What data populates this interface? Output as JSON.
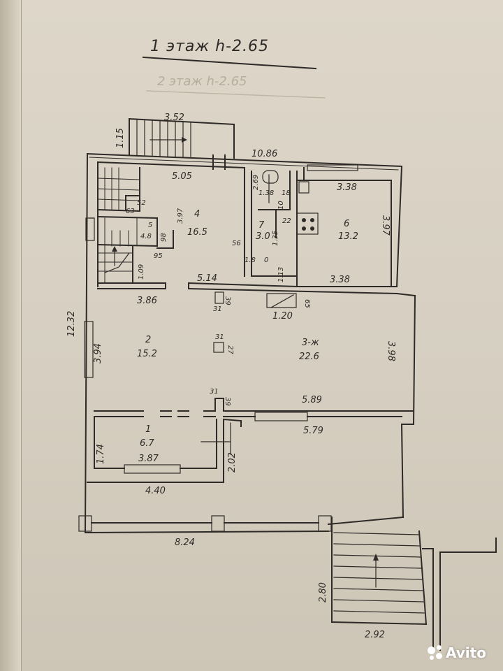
{
  "title": "1 этаж h-2.65",
  "ghost_title": "2 этаж h-2.65",
  "rooms": [
    {
      "id": "1",
      "area": "6.7"
    },
    {
      "id": "2",
      "area": "15.2"
    },
    {
      "id": "3-ж",
      "area": "22.6"
    },
    {
      "id": "4",
      "area": "16.5"
    },
    {
      "id": "6",
      "area": "13.2"
    },
    {
      "id": "7",
      "area": "3.0"
    },
    {
      "id": "5",
      "area": "4.8"
    }
  ],
  "dimensions": {
    "stair_top_width": "3.52",
    "stair_top_depth": "1.15",
    "total_width": "10.86",
    "room4_width": "5.05",
    "room6_width_top": "3.38",
    "room6_width_bottom": "3.38",
    "room6_height": "3.97",
    "room4_height": "3.97",
    "room7_width": "1.38",
    "room7_small_a": "2.69",
    "room7_small_b": "18",
    "room7_small_c": "10",
    "room7_small_d": "22",
    "room7_small_e": "1.35",
    "room7_bottom": "1.8",
    "room7_bottom_b": "0",
    "room7_side": "1.13",
    "stair_a": "52",
    "stair_b": "63",
    "stair_c": "98",
    "stair_d": "95",
    "stair_e": "1.09",
    "wall_56": "56",
    "room4_bottom": "5.14",
    "room2_top": "3.86",
    "wall_31a": "31",
    "wall_39a": "39",
    "wall_65": "65",
    "wall_120": "1.20",
    "room2_height": "3.94",
    "room3_height": "3.98",
    "col_31": "31",
    "col_27": "27",
    "wall_31b": "31",
    "wall_39b": "39",
    "room3_bottom": "5.89",
    "terrace_width": "5.79",
    "room1_height": "1.74",
    "room1_width": "3.87",
    "room1_side": "2.02",
    "building_height": "12.32",
    "porch_width": "4.40",
    "bottom_width": "8.24",
    "stair_bottom_depth": "2.80",
    "stair_bottom_width": "2.92"
  },
  "watermark": "Avito",
  "colors": {
    "ink": "#2e2a27",
    "paper": "#d9d2c5"
  }
}
